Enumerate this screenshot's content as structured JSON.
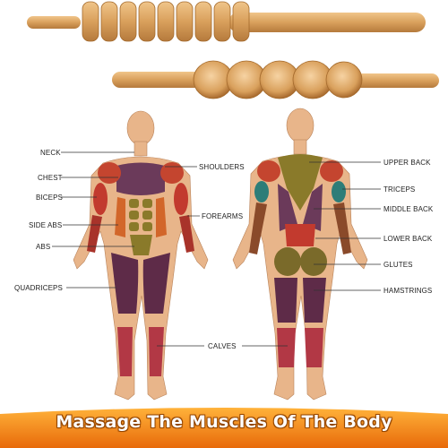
{
  "labels_left": {
    "neck": "NECK",
    "chest": "CHEST",
    "biceps": "BICEPS",
    "side_abs": "SIDE ABS",
    "abs": "ABS",
    "quadriceps": "QUADRICEPS"
  },
  "labels_center": {
    "shoulders": "SHOULDERS",
    "forearms": "FOREARMS",
    "calves": "CALVES"
  },
  "labels_right": {
    "upper_back": "UPPER BACK",
    "triceps": "TRICEPS",
    "middle_back": "MIDDLE BACK",
    "lower_back": "LOWER BACK",
    "glutes": "GLUTES",
    "hamstrings": "HAMSTRINGS"
  },
  "banner": {
    "text": "Massage The Muscles Of The Body"
  },
  "colors": {
    "wood": "#d9a86a",
    "wood_dark": "#b77d3f",
    "skin": "#e8b58a",
    "banner_orange": "#f08a1a",
    "chest_purple": "#6b3a5a",
    "olive": "#8a7a2a",
    "red": "#c23a2e",
    "teal": "#2d7d78"
  }
}
